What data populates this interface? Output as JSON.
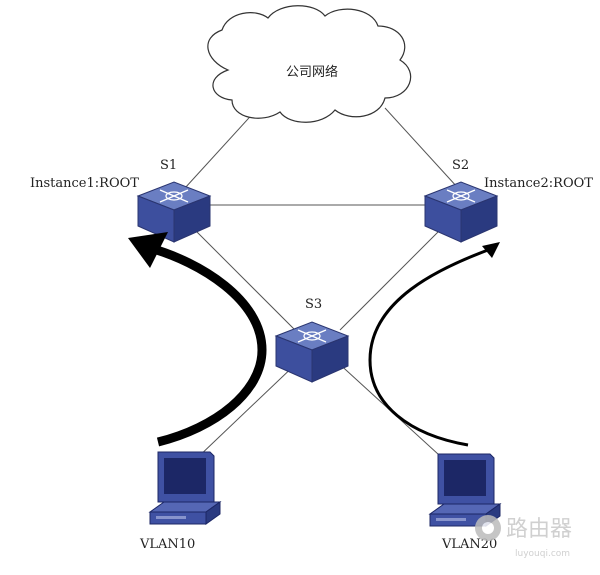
{
  "cloud": {
    "label": "公司网络"
  },
  "switches": [
    {
      "id": "S1",
      "label": "S1",
      "role": "Instance1:ROOT"
    },
    {
      "id": "S2",
      "label": "S2",
      "role": "Instance2:ROOT"
    },
    {
      "id": "S3",
      "label": "S3"
    }
  ],
  "hosts": [
    {
      "id": "pc-left",
      "label": "VLAN10"
    },
    {
      "id": "pc-right",
      "label": "VLAN20"
    }
  ],
  "watermark": {
    "text": "路由器",
    "sub": "luyouqi.com"
  },
  "colors": {
    "switch_top": "#5a6fb4",
    "switch_side": "#2e3d85",
    "switch_front": "#3d4f9e",
    "pc_body": "#3f51a3",
    "pc_screen": "#1c2766",
    "line": "#333333",
    "arrow": "#000000"
  }
}
